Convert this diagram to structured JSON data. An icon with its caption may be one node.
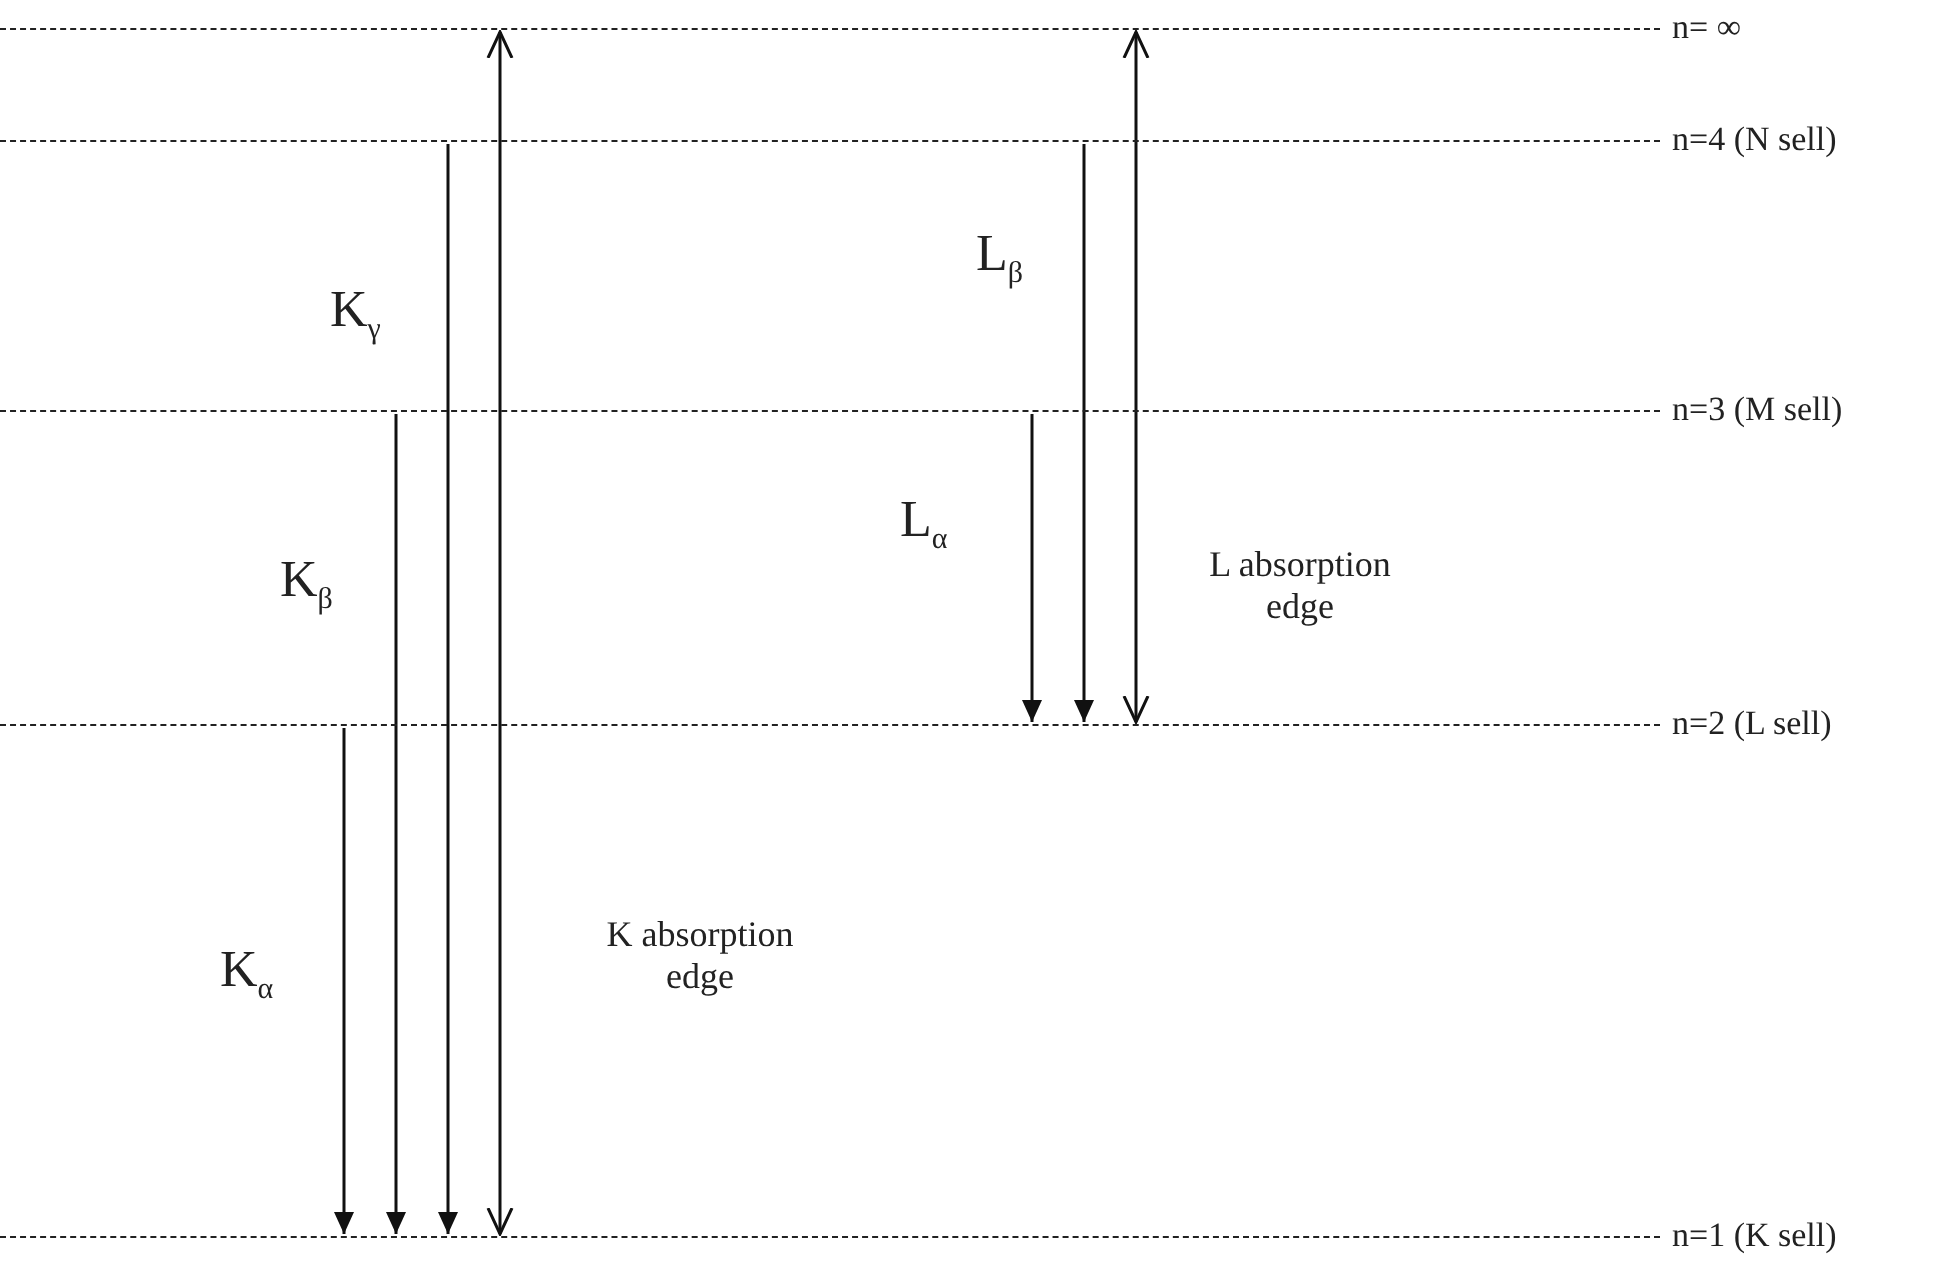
{
  "diagram": {
    "nodes": [
      {
        "text": [],
        "shape": "line",
        "beside": [
          "n= ∞"
        ]
      },
      {
        "text": [],
        "shape": "line",
        "beside": [
          "n=4 (N sell)"
        ]
      },
      {
        "text": [],
        "shape": "line",
        "beside": [
          "n=3 (M sell)"
        ]
      },
      {
        "text": [],
        "shape": "line",
        "beside": [
          "n=2 (L sell)"
        ]
      },
      {
        "text": [],
        "shape": "line",
        "beside": [
          "n=1 (K sell)"
        ]
      }
    ],
    "edges": [
      {
        "from": 1,
        "to": 4,
        "arrow": "to",
        "label": "K$_{γ}$"
      },
      {
        "from": 2,
        "to": 4,
        "arrow": "to",
        "label": "K$_{β}$"
      },
      {
        "from": 3,
        "to": 4,
        "arrow": "to",
        "label": "K$_{α}$"
      },
      {
        "from": 4,
        "to": 0,
        "arrow": "both",
        "label": "K absorption edge"
      },
      {
        "from": 1,
        "to": 3,
        "arrow": "to",
        "label": "L$_{β}$"
      },
      {
        "from": 2,
        "to": 3,
        "arrow": "to",
        "label": "L$_{α}$"
      },
      {
        "from": 3,
        "to": 0,
        "arrow": "both",
        "label": "L absorption edge"
      }
    ]
  }
}
